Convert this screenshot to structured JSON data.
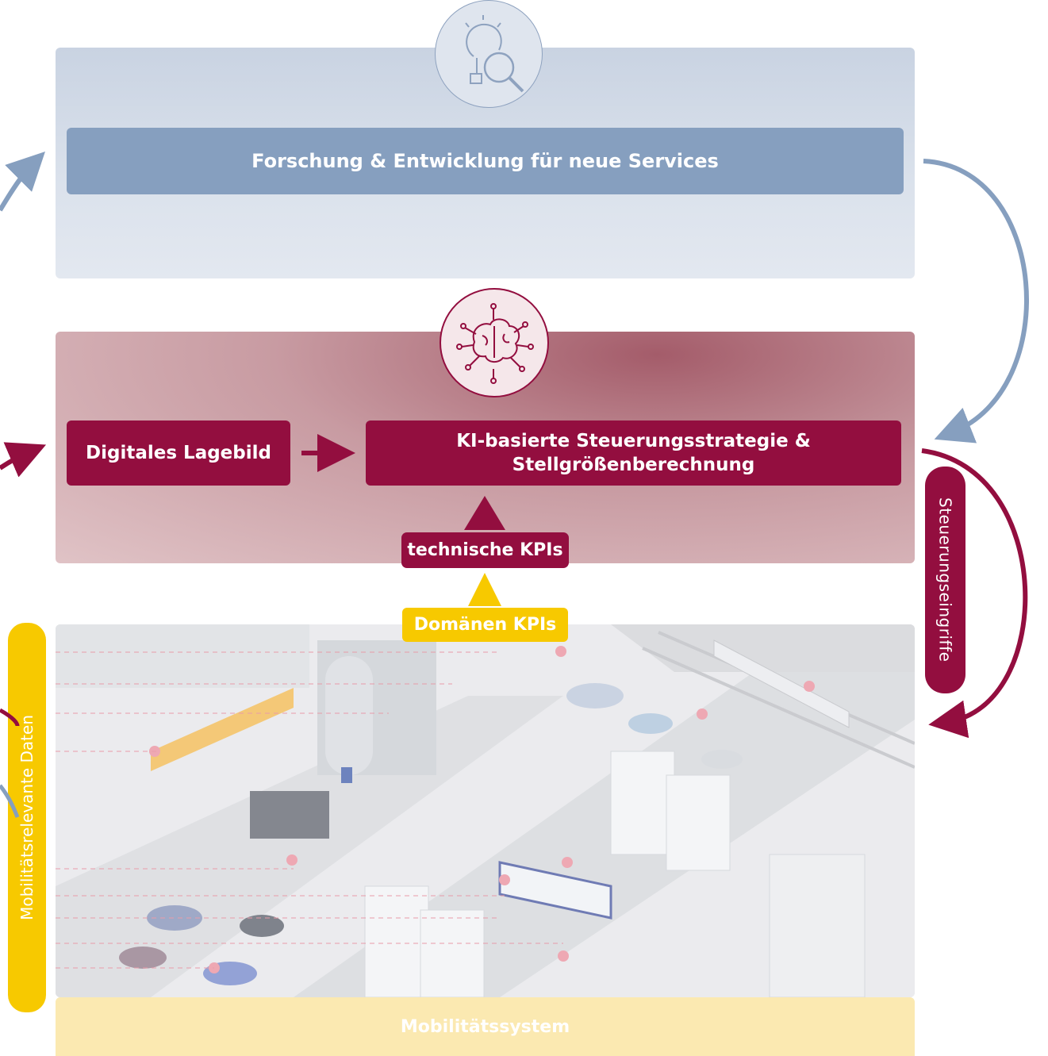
{
  "top_layer": {
    "title": "Forschung & Entwicklung für neue Services",
    "icon": "lightbulb-magnifier-icon",
    "color": "#869fbf"
  },
  "middle_layer": {
    "icon": "brain-network-icon",
    "lagebild": "Digitales Lagebild",
    "ki_line1": "KI-basierte Steuerungsstrategie &",
    "ki_line2": "Stellgrößenberechnung",
    "tech_kpis": "technische KPIs",
    "color": "#930e3f"
  },
  "bottom_layer": {
    "domain_kpis": "Domänen KPIs",
    "footer": "Mobilitätssystem",
    "scene": "city-mobility-illustration",
    "accent": "#f7c900"
  },
  "side_labels": {
    "right": "Steuerungseingriffe",
    "left": "Mobilitätsrelevante Daten"
  }
}
